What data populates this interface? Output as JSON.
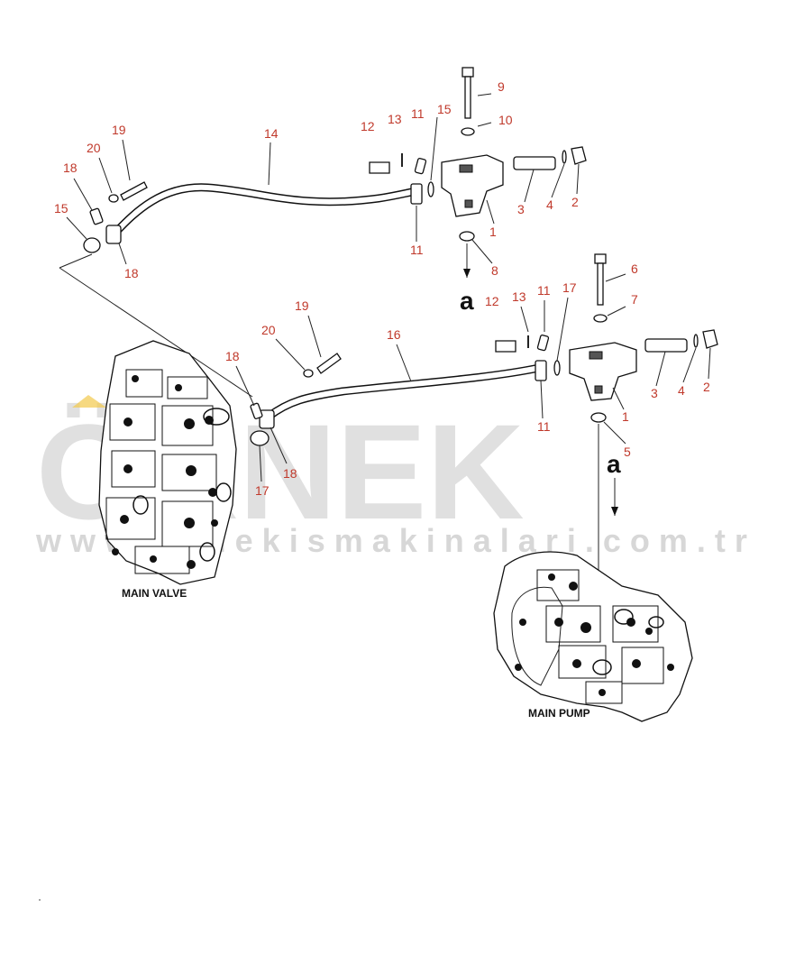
{
  "labels_upper": {
    "l1": "1",
    "l2": "2",
    "l3": "3",
    "l4": "4",
    "l8": "8",
    "l9": "9",
    "l10": "10",
    "l11a": "11",
    "l11b": "11",
    "l12": "12",
    "l13": "13",
    "l14": "14",
    "l15a": "15",
    "l15b": "15",
    "l18a": "18",
    "l18b": "18",
    "l19": "19",
    "l20": "20"
  },
  "labels_lower": {
    "l1": "1",
    "l2": "2",
    "l3": "3",
    "l4": "4",
    "l5": "5",
    "l6": "6",
    "l7": "7",
    "l11a": "11",
    "l11b": "11",
    "l12": "12",
    "l13": "13",
    "l16": "16",
    "l17a": "17",
    "l17b": "17",
    "l18a": "18",
    "l18b": "18",
    "l19": "19",
    "l20": "20"
  },
  "markers": {
    "a_upper": "a",
    "a_lower": "a"
  },
  "captions": {
    "main_valve": "MAIN VALVE",
    "main_pump": "MAIN PUMP"
  },
  "watermark": {
    "brand": "ÖRNEK",
    "url": "www.ornekismakinalari.com.tr"
  },
  "colors": {
    "callout": "#c0392b",
    "line": "#222222",
    "watermark": "#c8c8c8",
    "accent": "#f2c94c"
  }
}
